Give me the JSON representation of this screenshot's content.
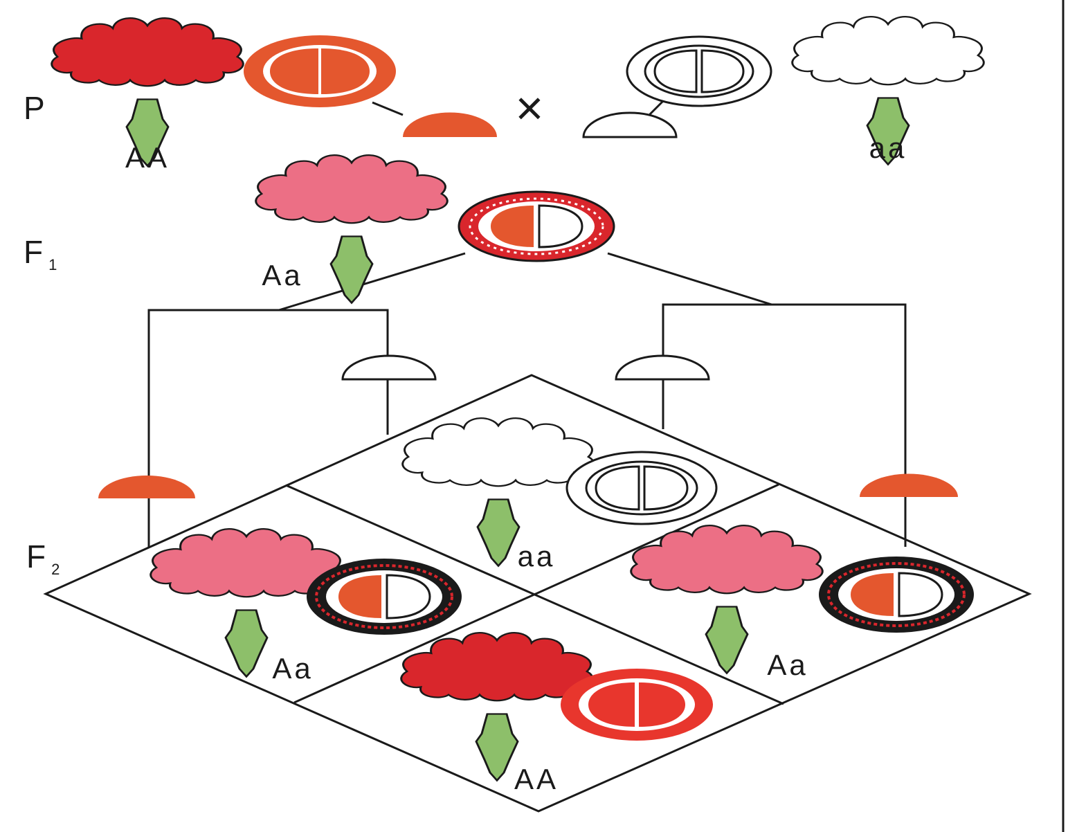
{
  "generations": {
    "p": {
      "label": "P"
    },
    "f1": {
      "label": "F",
      "subscript": "1"
    },
    "f2": {
      "label": "F",
      "subscript": "2"
    }
  },
  "cross_symbol": "×",
  "genotypes": {
    "p_red": "AA",
    "p_white": "aa",
    "f1": "Aa",
    "f2_top": "aa",
    "f2_left": "Aa",
    "f2_right": "Aa",
    "f2_bottom": "AA"
  },
  "colors": {
    "red_dominant": "#d9262c",
    "pink_heterozygous": "#ec6f85",
    "white_recessive": "#ffffff",
    "orange_allele": "#e4572e",
    "stem_green": "#8dbf6a",
    "outline": "#1a1a1a"
  }
}
